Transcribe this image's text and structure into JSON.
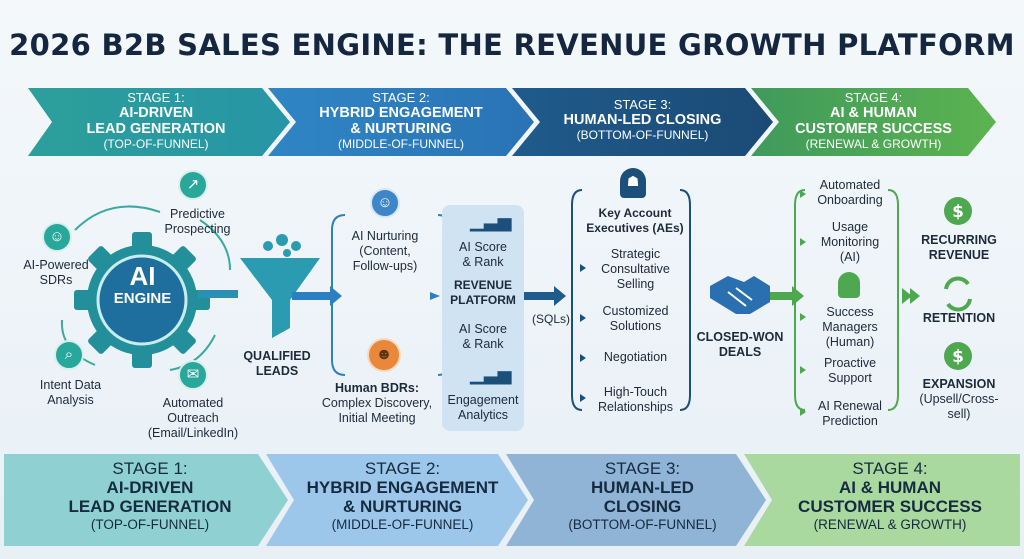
{
  "title": "2026 B2B SALES ENGINE: THE REVENUE GROWTH PLATFORM",
  "colors": {
    "stage1": "#2a9d9a",
    "stage2": "#2f7fc1",
    "stage3": "#1c4f7a",
    "stage4": "#4ea84f"
  },
  "stages_top": [
    {
      "label": "STAGE 1:",
      "name": "AI-DRIVEN LEAD GENERATION",
      "name_line1": "AI-DRIVEN",
      "name_line2": "LEAD GENERATION",
      "sub": "(TOP-OF-FUNNEL)"
    },
    {
      "label": "STAGE 2:",
      "name_line1": "HYBRID ENGAGEMENT",
      "name_line2": "& NURTURING",
      "sub": "(MIDDLE-OF-FUNNEL)"
    },
    {
      "label": "STAGE 3:",
      "name_line1": "HUMAN-LED CLOSING",
      "sub": "(BOTTOM-OF-FUNNEL)"
    },
    {
      "label": "STAGE 4:",
      "name_line1": "AI & HUMAN",
      "name_line2": "CUSTOMER SUCCESS",
      "sub": "(RENEWAL & GROWTH)"
    }
  ],
  "stages_bottom": [
    {
      "label": "STAGE 1:",
      "name_line1": "AI-DRIVEN",
      "name_line2": "LEAD GENERATION",
      "sub": "(TOP-OF-FUNNEL)"
    },
    {
      "label": "STAGE 2:",
      "name_line1": "HYBRID ENGAGEMENT",
      "name_line2": "& NURTURING",
      "sub": "(MIDDLE-OF-FUNNEL)"
    },
    {
      "label": "STAGE 3:",
      "name_line1": "HUMAN-LED",
      "name_line2": "CLOSING",
      "sub": "(BOTTOM-OF-FUNNEL)"
    },
    {
      "label": "STAGE 4:",
      "name_line1": "AI & HUMAN",
      "name_line2": "CUSTOMER SUCCESS",
      "sub": "(RENEWAL & GROWTH)"
    }
  ],
  "ai_engine": {
    "line1": "AI",
    "line2": "ENGINE",
    "items": {
      "predictive_line1": "Predictive",
      "predictive_line2": "Prospecting",
      "sdrs_line1": "AI-Powered",
      "sdrs_line2": "SDRs",
      "intent_line1": "Intent Data",
      "intent_line2": "Analysis",
      "outreach_line1": "Automated",
      "outreach_line2": "Outreach",
      "outreach_line3": "(Email/LinkedIn)"
    }
  },
  "qualified_leads_line1": "QUALIFIED",
  "qualified_leads_line2": "LEADS",
  "stage2_items": {
    "nurturing_line1": "AI Nurturing",
    "nurturing_line2": "(Content,",
    "nurturing_line3": "Follow-ups)",
    "bdrs_line1": "Human BDRs:",
    "bdrs_line2": "Complex Discovery,",
    "bdrs_line3": "Initial Meeting"
  },
  "revenue_platform": {
    "score1_line1": "AI Score",
    "score1_line2": "& Rank",
    "title_line1": "REVENUE",
    "title_line2": "PLATFORM",
    "score2_line1": "AI Score",
    "score2_line2": "& Rank",
    "analytics_line1": "Engagement",
    "analytics_line2": "Analytics"
  },
  "sqls": "(SQLs)",
  "stage3_items": {
    "aes_line1": "Key Account",
    "aes_line2": "Executives (AEs)",
    "strategic_line1": "Strategic",
    "strategic_line2": "Consultative",
    "strategic_line3": "Selling",
    "custom_line1": "Customized",
    "custom_line2": "Solutions",
    "negotiation": "Negotiation",
    "hightouch_line1": "High-Touch",
    "hightouch_line2": "Relationships"
  },
  "closed_won_line1": "CLOSED-WON",
  "closed_won_line2": "DEALS",
  "stage4_items": {
    "onboarding_line1": "Automated",
    "onboarding_line2": "Onboarding",
    "usage_line1": "Usage",
    "usage_line2": "Monitoring",
    "usage_line3": "(AI)",
    "managers_line1": "Success",
    "managers_line2": "Managers",
    "managers_line3": "(Human)",
    "proactive_line1": "Proactive",
    "proactive_line2": "Support",
    "renewal_line1": "AI Renewal",
    "renewal_line2": "Prediction"
  },
  "outcomes": {
    "recurring_line1": "RECURRING",
    "recurring_line2": "REVENUE",
    "retention": "RETENTION",
    "expansion_line1": "EXPANSION",
    "expansion_line2": "(Upsell/Cross-",
    "expansion_line3": "sell)"
  },
  "icons": [
    "chart-growth-icon",
    "robot-icon",
    "search-chart-icon",
    "envelope-icon",
    "funnel-icon",
    "person-icon",
    "bar-chart-icon",
    "manager-icon",
    "handshake-icon",
    "dollar-icon",
    "refresh-icon",
    "person-green-icon"
  ]
}
